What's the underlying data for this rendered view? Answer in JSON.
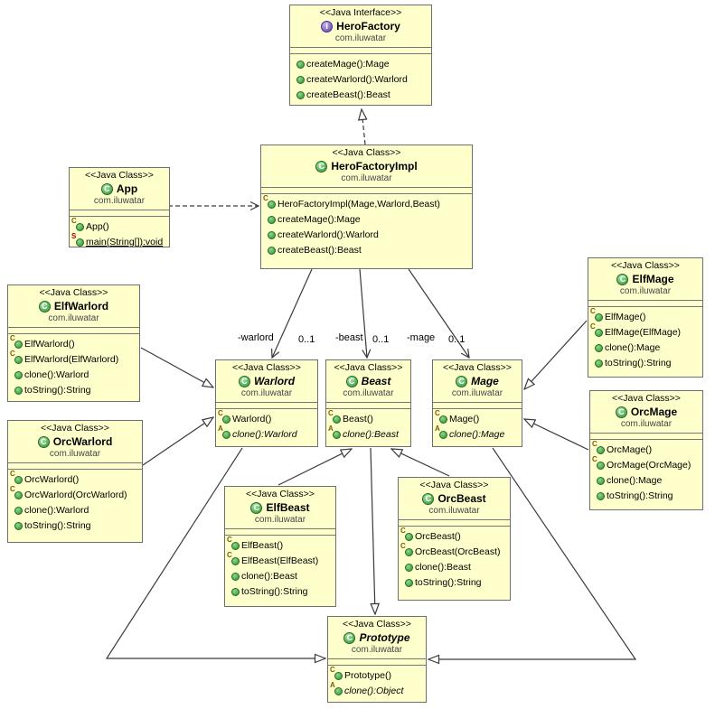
{
  "labels": {
    "warlord_role": "-warlord",
    "warlord_mult": "0..1",
    "beast_role": "-beast",
    "beast_mult": "0..1",
    "mage_role": "-mage",
    "mage_mult": "0..1"
  },
  "classes": {
    "HeroFactory": {
      "stereotype": "<<Java Interface>>",
      "icon": "I",
      "name": "HeroFactory",
      "package": "com.iluwatar",
      "methods": [
        {
          "tag": "",
          "text": "createMage():Mage"
        },
        {
          "tag": "",
          "text": "createWarlord():Warlord"
        },
        {
          "tag": "",
          "text": "createBeast():Beast"
        }
      ]
    },
    "HeroFactoryImpl": {
      "stereotype": "<<Java Class>>",
      "icon": "C",
      "name": "HeroFactoryImpl",
      "package": "com.iluwatar",
      "methods": [
        {
          "tag": "C",
          "text": "HeroFactoryImpl(Mage,Warlord,Beast)"
        },
        {
          "tag": "",
          "text": "createMage():Mage"
        },
        {
          "tag": "",
          "text": "createWarlord():Warlord"
        },
        {
          "tag": "",
          "text": "createBeast():Beast"
        }
      ]
    },
    "App": {
      "stereotype": "<<Java Class>>",
      "icon": "C",
      "name": "App",
      "package": "com.iluwatar",
      "methods": [
        {
          "tag": "C",
          "text": "App()"
        },
        {
          "tag": "S",
          "text": "main(String[]):void"
        }
      ]
    },
    "ElfWarlord": {
      "stereotype": "<<Java Class>>",
      "icon": "C",
      "name": "ElfWarlord",
      "package": "com.iluwatar",
      "methods": [
        {
          "tag": "C",
          "text": "ElfWarlord()"
        },
        {
          "tag": "C",
          "text": "ElfWarlord(ElfWarlord)"
        },
        {
          "tag": "",
          "text": "clone():Warlord"
        },
        {
          "tag": "",
          "text": "toString():String"
        }
      ]
    },
    "OrcWarlord": {
      "stereotype": "<<Java Class>>",
      "icon": "C",
      "name": "OrcWarlord",
      "package": "com.iluwatar",
      "methods": [
        {
          "tag": "C",
          "text": "OrcWarlord()"
        },
        {
          "tag": "C",
          "text": "OrcWarlord(OrcWarlord)"
        },
        {
          "tag": "",
          "text": "clone():Warlord"
        },
        {
          "tag": "",
          "text": "toString():String"
        }
      ]
    },
    "Warlord": {
      "stereotype": "<<Java Class>>",
      "icon": "C",
      "name": "Warlord",
      "package": "com.iluwatar",
      "methods": [
        {
          "tag": "C",
          "text": "Warlord()"
        },
        {
          "tag": "A",
          "text": "clone():Warlord"
        }
      ]
    },
    "Beast": {
      "stereotype": "<<Java Class>>",
      "icon": "C",
      "name": "Beast",
      "package": "com.iluwatar",
      "methods": [
        {
          "tag": "C",
          "text": "Beast()"
        },
        {
          "tag": "A",
          "text": "clone():Beast"
        }
      ]
    },
    "Mage": {
      "stereotype": "<<Java Class>>",
      "icon": "C",
      "name": "Mage",
      "package": "com.iluwatar",
      "methods": [
        {
          "tag": "C",
          "text": "Mage()"
        },
        {
          "tag": "A",
          "text": "clone():Mage"
        }
      ]
    },
    "ElfMage": {
      "stereotype": "<<Java Class>>",
      "icon": "C",
      "name": "ElfMage",
      "package": "com.iluwatar",
      "methods": [
        {
          "tag": "C",
          "text": "ElfMage()"
        },
        {
          "tag": "C",
          "text": "ElfMage(ElfMage)"
        },
        {
          "tag": "",
          "text": "clone():Mage"
        },
        {
          "tag": "",
          "text": "toString():String"
        }
      ]
    },
    "OrcMage": {
      "stereotype": "<<Java Class>>",
      "icon": "C",
      "name": "OrcMage",
      "package": "com.iluwatar",
      "methods": [
        {
          "tag": "C",
          "text": "OrcMage()"
        },
        {
          "tag": "C",
          "text": "OrcMage(OrcMage)"
        },
        {
          "tag": "",
          "text": "clone():Mage"
        },
        {
          "tag": "",
          "text": "toString():String"
        }
      ]
    },
    "ElfBeast": {
      "stereotype": "<<Java Class>>",
      "icon": "C",
      "name": "ElfBeast",
      "package": "com.iluwatar",
      "methods": [
        {
          "tag": "C",
          "text": "ElfBeast()"
        },
        {
          "tag": "C",
          "text": "ElfBeast(ElfBeast)"
        },
        {
          "tag": "",
          "text": "clone():Beast"
        },
        {
          "tag": "",
          "text": "toString():String"
        }
      ]
    },
    "OrcBeast": {
      "stereotype": "<<Java Class>>",
      "icon": "C",
      "name": "OrcBeast",
      "package": "com.iluwatar",
      "methods": [
        {
          "tag": "C",
          "text": "OrcBeast()"
        },
        {
          "tag": "C",
          "text": "OrcBeast(OrcBeast)"
        },
        {
          "tag": "",
          "text": "clone():Beast"
        },
        {
          "tag": "",
          "text": "toString():String"
        }
      ]
    },
    "Prototype": {
      "stereotype": "<<Java Class>>",
      "icon": "C",
      "name": "Prototype",
      "package": "com.iluwatar",
      "methods": [
        {
          "tag": "C",
          "text": "Prototype()"
        },
        {
          "tag": "A",
          "text": "clone():Object"
        }
      ]
    }
  }
}
